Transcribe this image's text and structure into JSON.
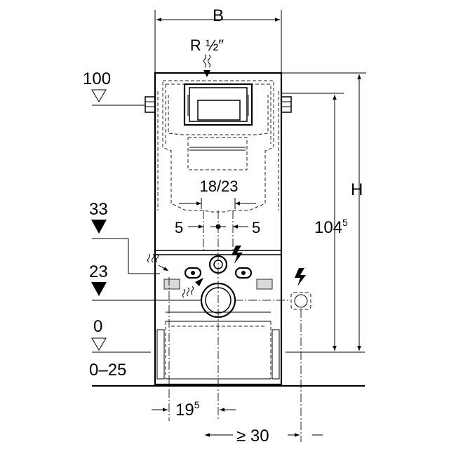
{
  "dimensions": {
    "width_label": "B",
    "height_label": "H",
    "pipe_label": "R ½″",
    "height_1045_main": "104",
    "height_1045_sup": "5",
    "inlet_spacing": "18/23",
    "offset_left": "5",
    "offset_right": "5",
    "bottom_offset_main": "19",
    "bottom_offset_sup": "5",
    "socket_distance": "≥ 30"
  },
  "levels": {
    "level_100": "100",
    "level_33": "33",
    "level_23": "23",
    "level_0": "0",
    "floor_range": "0–25"
  }
}
